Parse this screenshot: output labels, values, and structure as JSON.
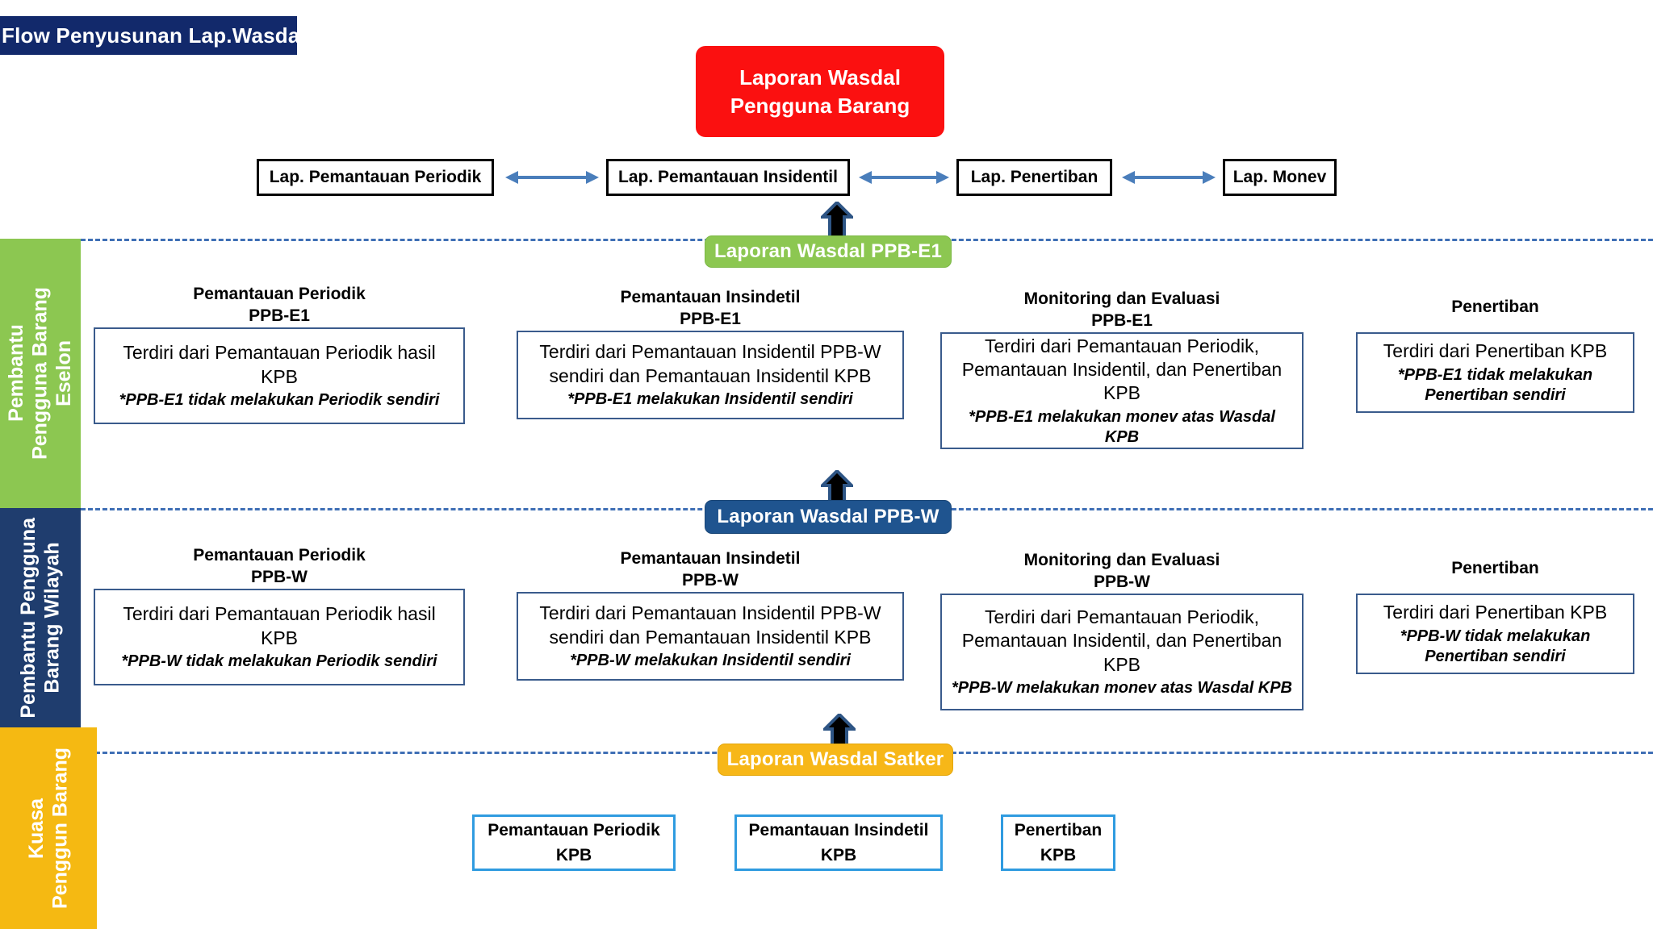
{
  "title": "Flow Penyusunan Lap.Wasdal",
  "root_node": {
    "line1": "Laporan Wasdal",
    "line2": "Pengguna Barang",
    "color": "#fb1010"
  },
  "report_row": [
    {
      "label": "Lap. Pemantauan Periodik"
    },
    {
      "label": "Lap. Pemantauan Insidentil"
    },
    {
      "label": "Lap. Penertiban"
    },
    {
      "label": "Lap. Monev"
    }
  ],
  "lanes": [
    {
      "id": "e1",
      "label": "Pembantu\nPengguna Barang\nEselon",
      "color": "#8cc751"
    },
    {
      "id": "w",
      "label": "Pembantu Pengguna\nBarang Wilayah",
      "color": "#1f3d6e"
    },
    {
      "id": "kpb",
      "label": "Kuasa\nPenggun Barang",
      "color": "#f5b912"
    }
  ],
  "banners": {
    "e1": {
      "label": "Laporan Wasdal PPB-E1",
      "color": "#8cc751"
    },
    "w": {
      "label": "Laporan Wasdal PPB-W",
      "color": "#1f548f"
    },
    "satker": {
      "label": "Laporan Wasdal Satker",
      "color": "#f7b718"
    }
  },
  "row_e1": [
    {
      "heading": "Pemantauan Periodik\nPPB-E1",
      "body": "Terdiri dari Pemantauan Periodik hasil KPB",
      "note": "*PPB-E1 tidak melakukan Periodik sendiri"
    },
    {
      "heading": "Pemantauan Insindetil\nPPB-E1",
      "body": "Terdiri dari Pemantauan Insidentil PPB-W sendiri dan Pemantauan Insidentil KPB",
      "note": "*PPB-E1 melakukan Insidentil sendiri"
    },
    {
      "heading": "Monitoring dan Evaluasi\nPPB-E1",
      "body": "Terdiri dari Pemantauan Periodik, Pemantauan Insidentil, dan Penertiban KPB",
      "note": "*PPB-E1 melakukan monev atas Wasdal KPB"
    },
    {
      "heading": "Penertiban",
      "body": "Terdiri dari Penertiban KPB",
      "note": "*PPB-E1 tidak melakukan Penertiban sendiri"
    }
  ],
  "row_w": [
    {
      "heading": "Pemantauan Periodik\nPPB-W",
      "body": "Terdiri dari Pemantauan Periodik hasil KPB",
      "note": "*PPB-W tidak melakukan Periodik sendiri"
    },
    {
      "heading": "Pemantauan Insindetil\nPPB-W",
      "body": "Terdiri dari Pemantauan Insidentil PPB-W sendiri dan Pemantauan Insidentil KPB",
      "note": "*PPB-W melakukan Insidentil sendiri"
    },
    {
      "heading": "Monitoring dan Evaluasi\nPPB-W",
      "body": "Terdiri dari Pemantauan Periodik, Pemantauan Insidentil, dan Penertiban KPB",
      "note": "*PPB-W melakukan monev atas Wasdal KPB"
    },
    {
      "heading": "Penertiban",
      "body": "Terdiri dari Penertiban KPB",
      "note": "*PPB-W tidak melakukan Penertiban sendiri"
    }
  ],
  "row_kpb": [
    {
      "line1": "Pemantauan Periodik",
      "line2": "KPB"
    },
    {
      "line1": "Pemantauan Insindetil",
      "line2": "KPB"
    },
    {
      "line1": "Penertiban",
      "line2": "KPB"
    }
  ],
  "colors": {
    "arrow_blue": "#4a7ebb",
    "up_arrow_fill": "#000000",
    "up_arrow_stroke": "#2e5585",
    "lane_divider": "#3f6fb5",
    "desc_border": "#3a5b8c",
    "kpb_border": "#2f9be0",
    "title_bg": "#12296b"
  }
}
